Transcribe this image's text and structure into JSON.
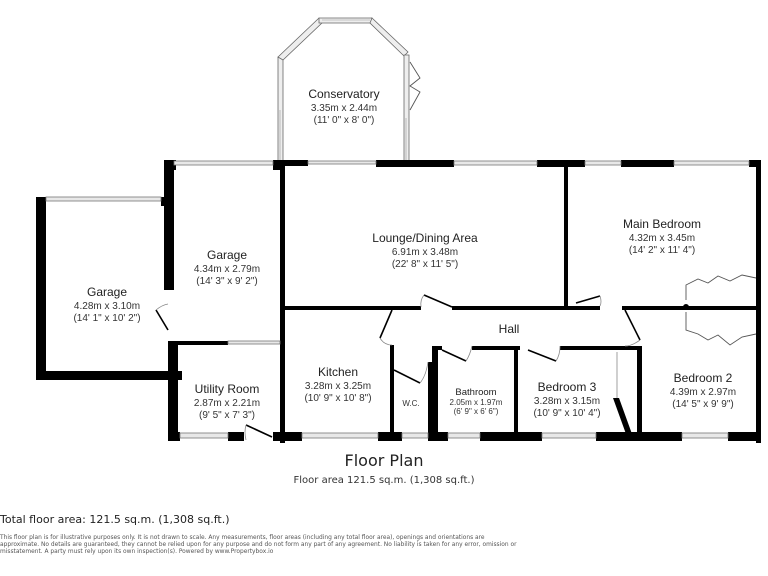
{
  "rooms": {
    "conservatory": {
      "name": "Conservatory",
      "metric": "3.35m x 2.44m",
      "imperial": "(11' 0\" x 8' 0\")"
    },
    "garage_left": {
      "name": "Garage",
      "metric": "4.28m x 3.10m",
      "imperial": "(14' 1\" x 10' 2\")"
    },
    "garage_right": {
      "name": "Garage",
      "metric": "4.34m x 2.79m",
      "imperial": "(14' 3\" x 9' 2\")"
    },
    "lounge": {
      "name": "Lounge/Dining Area",
      "metric": "6.91m x 3.48m",
      "imperial": "(22' 8\" x 11' 5\")"
    },
    "main_bedroom": {
      "name": "Main Bedroom",
      "metric": "4.32m x 3.45m",
      "imperial": "(14' 2\" x 11' 4\")"
    },
    "hall": {
      "name": "Hall"
    },
    "utility": {
      "name": "Utility Room",
      "metric": "2.87m x 2.21m",
      "imperial": "(9' 5\" x 7' 3\")"
    },
    "kitchen": {
      "name": "Kitchen",
      "metric": "3.28m x 3.25m",
      "imperial": "(10' 9\" x 10' 8\")"
    },
    "wc": {
      "name": "W.C."
    },
    "bathroom": {
      "name": "Bathroom",
      "metric": "2.05m x 1.97m",
      "imperial": "(6' 9\" x 6' 6\")"
    },
    "bedroom3": {
      "name": "Bedroom 3",
      "metric": "3.28m x 3.15m",
      "imperial": "(10' 9\" x 10' 4\")"
    },
    "bedroom2": {
      "name": "Bedroom 2",
      "metric": "4.39m x 2.97m",
      "imperial": "(14' 5\" x 9' 9\")"
    }
  },
  "floor": {
    "title": "Floor Plan",
    "area": "Floor area 121.5 sq.m. (1,308 sq.ft.)"
  },
  "footer": {
    "total": "Total floor area: 121.5 sq.m. (1,308 sq.ft.)",
    "disclaimer_line1": "This floor plan is for illustrative purposes only. It is not drawn to scale. Any measurements, floor areas (including any total floor area), openings and orientations are",
    "disclaimer_line2": "approximate. No details are guaranteed, they cannot be relied upon for any purpose and do not form any part of any agreement. No liability is taken for any error, omission or",
    "disclaimer_line3": "misstatement. A party must rely upon its own inspection(s). Powered by www.Propertybox.io"
  },
  "colors": {
    "wall": "#000000",
    "window": "#e8e8e8",
    "text": "#222222"
  }
}
